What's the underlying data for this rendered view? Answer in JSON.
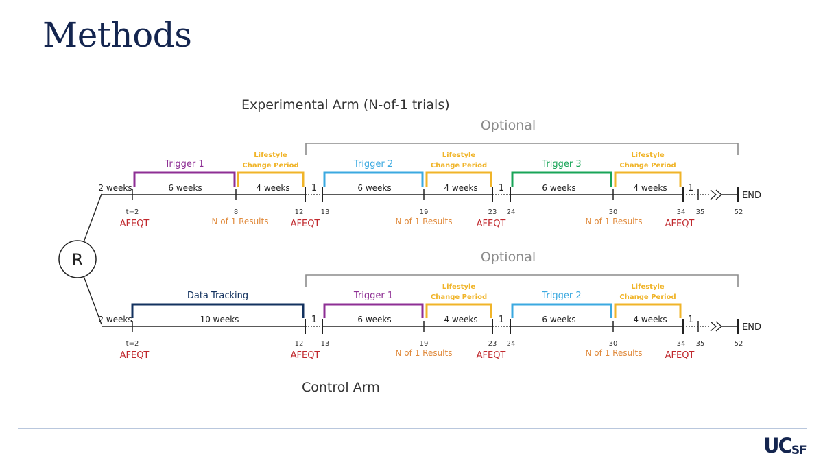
{
  "slide": {
    "title": "Methods",
    "logo": {
      "main": "UC",
      "small": "SF"
    }
  },
  "randomization": {
    "label": "R"
  },
  "experimental_arm": {
    "title": "Experimental Arm (N-of-1 trials)",
    "optional_label": "Optional",
    "ticks": [
      "t=2",
      "8",
      "12",
      "13",
      "19",
      "23",
      "24",
      "30",
      "34",
      "35",
      "52"
    ],
    "durations": [
      "2 weeks",
      "6 weeks",
      "4 weeks",
      "1",
      "6 weeks",
      "4 weeks",
      "1",
      "6 weeks",
      "4 weeks",
      "1"
    ],
    "end_label": "END",
    "periods": [
      {
        "label": "Trigger 1",
        "color": "#8e2f94"
      },
      {
        "label": "Lifestyle\nChange Period",
        "color": "#f0b429"
      },
      {
        "label": "Trigger 2",
        "color": "#3ba9e0"
      },
      {
        "label": "Lifestyle\nChange Period",
        "color": "#f0b429"
      },
      {
        "label": "Trigger 3",
        "color": "#19a558"
      },
      {
        "label": "Lifestyle\nChange Period",
        "color": "#f0b429"
      }
    ],
    "events": [
      "AFEQT",
      "N of 1 Results",
      "AFEQT",
      "N of 1 Results",
      "AFEQT",
      "N of 1 Results",
      "AFEQT"
    ]
  },
  "control_arm": {
    "title": "Control Arm",
    "optional_label": "Optional",
    "ticks": [
      "t=2",
      "12",
      "13",
      "19",
      "23",
      "24",
      "30",
      "34",
      "35",
      "52"
    ],
    "durations": [
      "2 weeks",
      "10 weeks",
      "1",
      "6 weeks",
      "4 weeks",
      "1",
      "6 weeks",
      "4 weeks",
      "1"
    ],
    "end_label": "END",
    "periods": [
      {
        "label": "Data Tracking",
        "color": "#13325f"
      },
      {
        "label": "Trigger 1",
        "color": "#8e2f94"
      },
      {
        "label": "Lifestyle\nChange Period",
        "color": "#f0b429"
      },
      {
        "label": "Trigger 2",
        "color": "#3ba9e0"
      },
      {
        "label": "Lifestyle\nChange Period",
        "color": "#f0b429"
      }
    ],
    "events": [
      "AFEQT",
      "AFEQT",
      "N of 1 Results",
      "AFEQT",
      "N of 1 Results",
      "AFEQT"
    ]
  },
  "colors": {
    "afeqt": "#c0282d",
    "results": "#e08a3c",
    "optional_bracket": "#8c8c8c",
    "line": "#222222"
  }
}
